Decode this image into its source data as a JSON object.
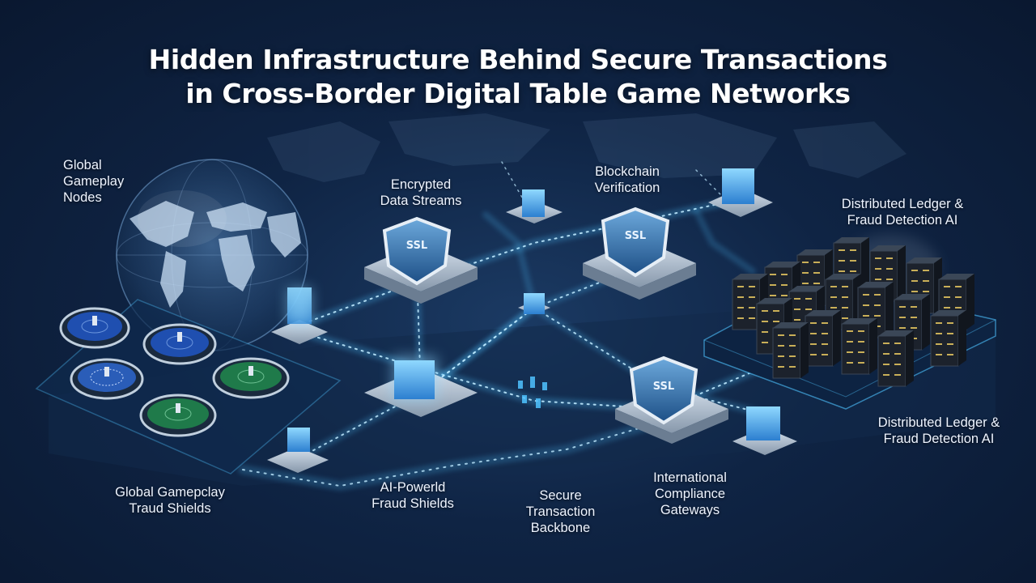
{
  "title": {
    "line1": "Hidden Infrastructure Behind Secure Transactions",
    "line2": "in Cross-Border Digital Table Game Networks"
  },
  "labels": {
    "global_nodes": [
      "Global",
      "Gameplay",
      "Nodes"
    ],
    "encrypted_streams": [
      "Encrypted",
      "Data Streams"
    ],
    "blockchain": [
      "Blockchain",
      "Verification"
    ],
    "ledger_top": [
      "Distributed Ledger &",
      "Fraud Detection AI"
    ],
    "ledger_bottom": [
      "Distributed Ledger &",
      "Fraud Detection AI"
    ],
    "gameplay_shields": [
      "Global Gamepclay",
      "Traud Shields"
    ],
    "ai_fraud": [
      "AI-Powerld",
      "Fraud Shields"
    ],
    "backbone": [
      "Secure",
      "Transaction",
      "Backbone"
    ],
    "compliance": [
      "International",
      "Compliance",
      "Gateways"
    ]
  },
  "badges": {
    "ssl_left": "SSL",
    "ssl_middle": "SSL",
    "ssl_bottom": "SSL"
  },
  "colors": {
    "background": "#0f2444",
    "accent_cyan": "#4fc3ff",
    "glow": "#8fd8ff",
    "table_blue": "#1f4fb0",
    "table_green": "#1f7a4a",
    "server_dark": "#1c222c",
    "server_led": "#e8c860"
  },
  "icons": [
    "globe-icon",
    "ssl-shield-icon",
    "server-rack-icon",
    "data-cube-icon",
    "game-table-icon"
  ]
}
